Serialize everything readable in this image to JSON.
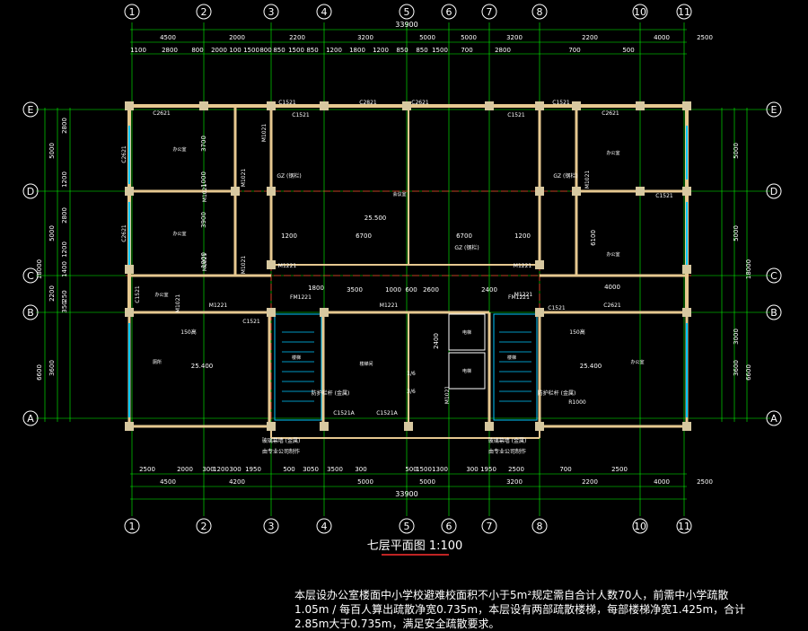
{
  "grid": {
    "col_labels": [
      "1",
      "2",
      "3",
      "4",
      "5",
      "6",
      "7",
      "8",
      "10",
      "11"
    ],
    "row_labels": [
      "E",
      "D",
      "C",
      "B",
      "A"
    ]
  },
  "dims": {
    "total": "33900",
    "top_spans": [
      "4500",
      "2000",
      "2200",
      "3200",
      "5000",
      "5000",
      "3200",
      "2200",
      "4000",
      "2500"
    ],
    "top_sub": [
      "1100",
      "2800",
      "800",
      "2000",
      "100",
      "1500",
      "800",
      "850",
      "1500",
      "850",
      "1200",
      "1800",
      "1200",
      "850",
      "850",
      "1500",
      "700",
      "2800",
      "700",
      "500"
    ],
    "bottom_sub": [
      "2500",
      "2000",
      "300",
      "1200",
      "300",
      "1950",
      "500",
      "3050",
      "3500",
      "300",
      "500",
      "1500",
      "1300",
      "300",
      "1950",
      "2500",
      "700",
      "2500"
    ],
    "bottom_spans": [
      "4500",
      "4200",
      "5000",
      "5000",
      "3200",
      "2200",
      "4000",
      "2500"
    ],
    "left_outer": [
      "18000",
      "6600"
    ],
    "left_inner": [
      "5000",
      "5000",
      "2200",
      "3600"
    ],
    "left_sub": [
      "2800",
      "1200",
      "2800",
      "1200",
      "1400",
      "250",
      "350"
    ],
    "right_outer": [
      "18000",
      "6600"
    ],
    "right_inner": [
      "5000",
      "5000",
      "3000",
      "3600"
    ],
    "plan_inner": [
      "1200",
      "6700",
      "6700",
      "1200",
      "3700",
      "3900",
      "6100",
      "1000",
      "1000",
      "2400",
      "2600",
      "2400",
      "3500",
      "1800",
      "1000",
      "600",
      "4000"
    ]
  },
  "labels": {
    "windows": [
      "C2621",
      "C1521",
      "C2821",
      "C2621",
      "C1521",
      "C1521",
      "C2621",
      "C2621",
      "C2621",
      "C1521",
      "C1521",
      "C1521",
      "C1521",
      "C1521",
      "C1521A",
      "C1521A",
      "C2621"
    ],
    "doors": [
      "M1021",
      "M1021",
      "M1021",
      "M1021",
      "M1021",
      "M1021",
      "M1221",
      "M1221",
      "M1221",
      "M1221",
      "M1221",
      "FM1221",
      "FM1221",
      "M1021",
      "M1021"
    ],
    "columns_note": [
      "GZ (钢栏)",
      "GZ (钢栏)",
      "GZ (钢栏)"
    ],
    "rooms": [
      "办公室",
      "办公室",
      "会议室",
      "办公室",
      "办公室",
      "办公室",
      "楼梯",
      "楼梯",
      "厕所",
      "电梯",
      "电梯",
      "楼梯间",
      "办公室"
    ],
    "elevations": [
      "25.500",
      "25.400",
      "25.400"
    ],
    "annotations": [
      "防护栏杆 (金属)",
      "防护栏杆 (金属)",
      "150高",
      "150高",
      "玻璃幕墙 (金属)",
      "玻璃幕墙 (金属)",
      "由专业公司制作",
      "由专业公司制作",
      "R1000",
      "1/6",
      "3/6"
    ]
  },
  "title": "七层平面图 1:100",
  "notes": [
    "本层设办公室楼面中小学校避难校面积不小于5m²规定需自合计人数70人，前需中小学疏散",
    "1.05m / 每百人算出疏散净宽0.735m，本层设有两部疏散楼梯，每部楼梯净宽1.425m，合计",
    "2.85m大于0.735m，满足安全疏散要求。"
  ],
  "colors": {
    "background": "#000000",
    "grid_line": "#00ff00",
    "axis_red": "#ff3030",
    "wall": "#e6c890",
    "column": "#d7c8a0",
    "window": "#00c8ff",
    "text": "#ffffff",
    "dim": "#ffffff"
  }
}
